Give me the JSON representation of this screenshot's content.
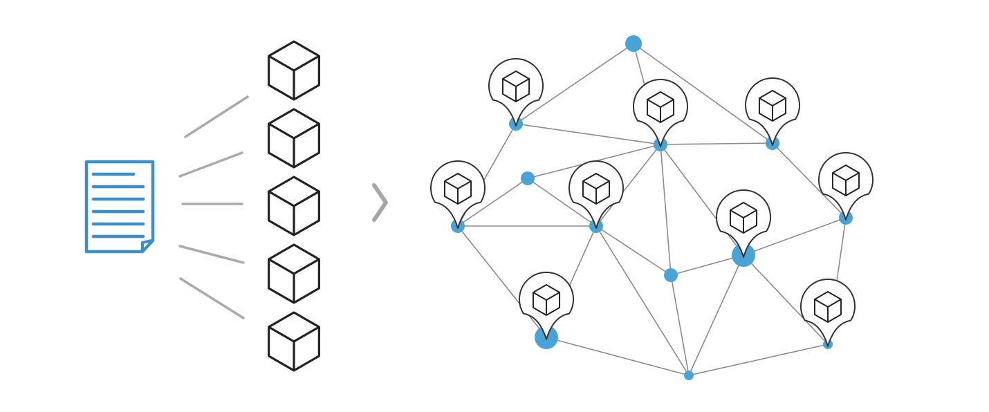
{
  "diagram": {
    "kind": "document-to-distributed-network",
    "colors": {
      "accent": "#4aa3d6",
      "document": "#3d8fcb",
      "cube_stroke": "#222222",
      "connector": "#aaaaaa",
      "arrow": "#a6a6a6",
      "edge": "#8a8a8a",
      "pin_stroke": "#333333"
    },
    "source": {
      "icon": "document-icon",
      "line_count": 6
    },
    "blocks": {
      "icon": "cube-icon",
      "count": 5
    },
    "arrow": {
      "icon": "chevron-right-icon"
    },
    "network": {
      "nodes": [
        {
          "id": "n1",
          "pin": false,
          "size": "medium"
        },
        {
          "id": "n2",
          "pin": true,
          "size": "small"
        },
        {
          "id": "n3",
          "pin": true,
          "size": "small"
        },
        {
          "id": "n4",
          "pin": true,
          "size": "small"
        },
        {
          "id": "n5",
          "pin": false,
          "size": "small"
        },
        {
          "id": "n6",
          "pin": true,
          "size": "small"
        },
        {
          "id": "n7",
          "pin": true,
          "size": "small"
        },
        {
          "id": "n8",
          "pin": true,
          "size": "small"
        },
        {
          "id": "n9",
          "pin": true,
          "size": "large"
        },
        {
          "id": "n10",
          "pin": false,
          "size": "small"
        },
        {
          "id": "n11",
          "pin": true,
          "size": "large"
        },
        {
          "id": "n12",
          "pin": true,
          "size": "tiny"
        },
        {
          "id": "n13",
          "pin": false,
          "size": "tiny"
        }
      ],
      "edges": [
        [
          "n1",
          "n2"
        ],
        [
          "n1",
          "n3"
        ],
        [
          "n1",
          "n4"
        ],
        [
          "n2",
          "n3"
        ],
        [
          "n2",
          "n6"
        ],
        [
          "n3",
          "n4"
        ],
        [
          "n3",
          "n5"
        ],
        [
          "n3",
          "n7"
        ],
        [
          "n3",
          "n10"
        ],
        [
          "n3",
          "n9"
        ],
        [
          "n4",
          "n8"
        ],
        [
          "n5",
          "n6"
        ],
        [
          "n5",
          "n7"
        ],
        [
          "n6",
          "n7"
        ],
        [
          "n6",
          "n11"
        ],
        [
          "n7",
          "n11"
        ],
        [
          "n7",
          "n10"
        ],
        [
          "n7",
          "n13"
        ],
        [
          "n8",
          "n9"
        ],
        [
          "n8",
          "n12"
        ],
        [
          "n9",
          "n10"
        ],
        [
          "n9",
          "n13"
        ],
        [
          "n9",
          "n12"
        ],
        [
          "n10",
          "n13"
        ],
        [
          "n11",
          "n13"
        ],
        [
          "n12",
          "n13"
        ]
      ]
    }
  }
}
